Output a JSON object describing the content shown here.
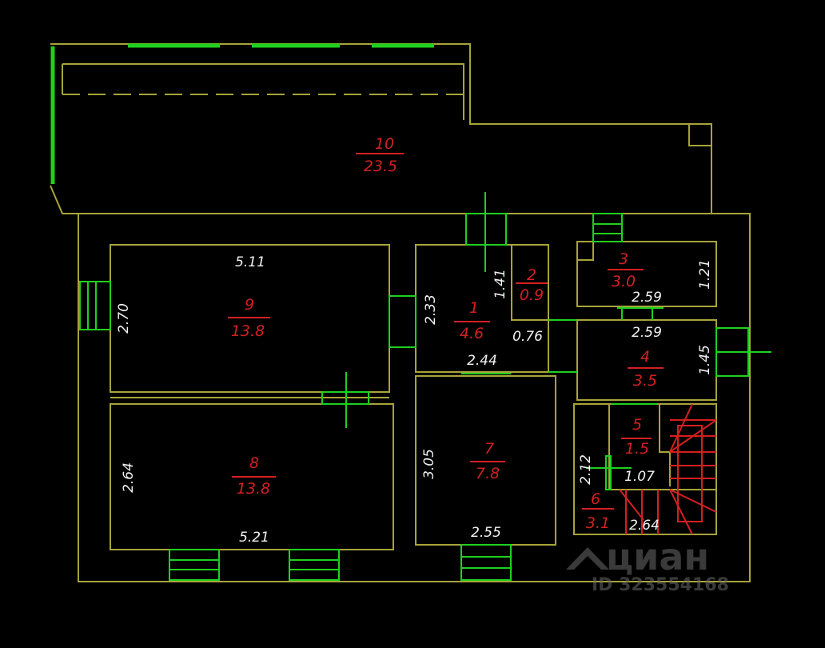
{
  "rooms": [
    {
      "number": "10",
      "area": "23.5"
    },
    {
      "number": "9",
      "area": "13.8"
    },
    {
      "number": "8",
      "area": "13.8"
    },
    {
      "number": "1",
      "area": "4.6"
    },
    {
      "number": "2",
      "area": "0.9"
    },
    {
      "number": "7",
      "area": "7.8"
    },
    {
      "number": "3",
      "area": "3.0"
    },
    {
      "number": "4",
      "area": "3.5"
    },
    {
      "number": "5",
      "area": "1.5"
    },
    {
      "number": "6",
      "area": "3.1"
    }
  ],
  "dimensions": {
    "r9_width": "5.11",
    "r9_height": "2.70",
    "r8_width": "5.21",
    "r8_height": "2.64",
    "r1_height": "2.33",
    "r1_width": "2.44",
    "r2_height": "1.41",
    "r2_width": "0.76",
    "r7_height": "3.05",
    "r7_width": "2.55",
    "r3_width": "2.59",
    "r3_height": "1.21",
    "r4_width": "2.59",
    "r4_height": "1.45",
    "r5_height": "2.12",
    "r5_width": "1.07",
    "r6_width": "2.64"
  },
  "watermark": {
    "brand": "циан",
    "id": "ID 323554168"
  },
  "colors": {
    "walls": "#a8a43a",
    "windows": "#1fd01f",
    "labels": "#d42020",
    "dimensions": "#f2f2f2"
  }
}
